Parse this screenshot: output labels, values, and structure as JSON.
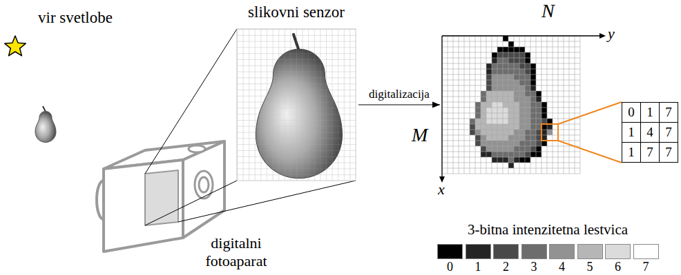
{
  "diagram": {
    "nodes": [
      {
        "text": [
          "digitalni fotoaparat"
        ]
      },
      {
        "text": [
          "slikovni senzor"
        ]
      },
      {
        "text": [
          "N",
          "M"
        ]
      },
      {
        "text": [
          "0",
          "1",
          "7",
          "1",
          "4",
          "7",
          "1",
          "7",
          "7"
        ]
      }
    ],
    "edges": [
      {
        "from": 1,
        "to": 2,
        "arrow": "to",
        "label": "digitalizacija"
      }
    ],
    "labels": [
      "vir svetlobe",
      "y",
      "x",
      "3-bitna intenzitetna lestvica"
    ],
    "legend": [
      {
        "text": "0",
        "color": "#000000"
      },
      {
        "text": "1",
        "color": "#242424"
      },
      {
        "text": "2",
        "color": "#494949"
      },
      {
        "text": "3",
        "color": "#6d6d6d"
      },
      {
        "text": "4",
        "color": "#929292"
      },
      {
        "text": "5",
        "color": "#b6b6b6"
      },
      {
        "text": "6",
        "color": "#dbdbdb"
      },
      {
        "text": "7",
        "color": "#ffffff"
      }
    ]
  }
}
